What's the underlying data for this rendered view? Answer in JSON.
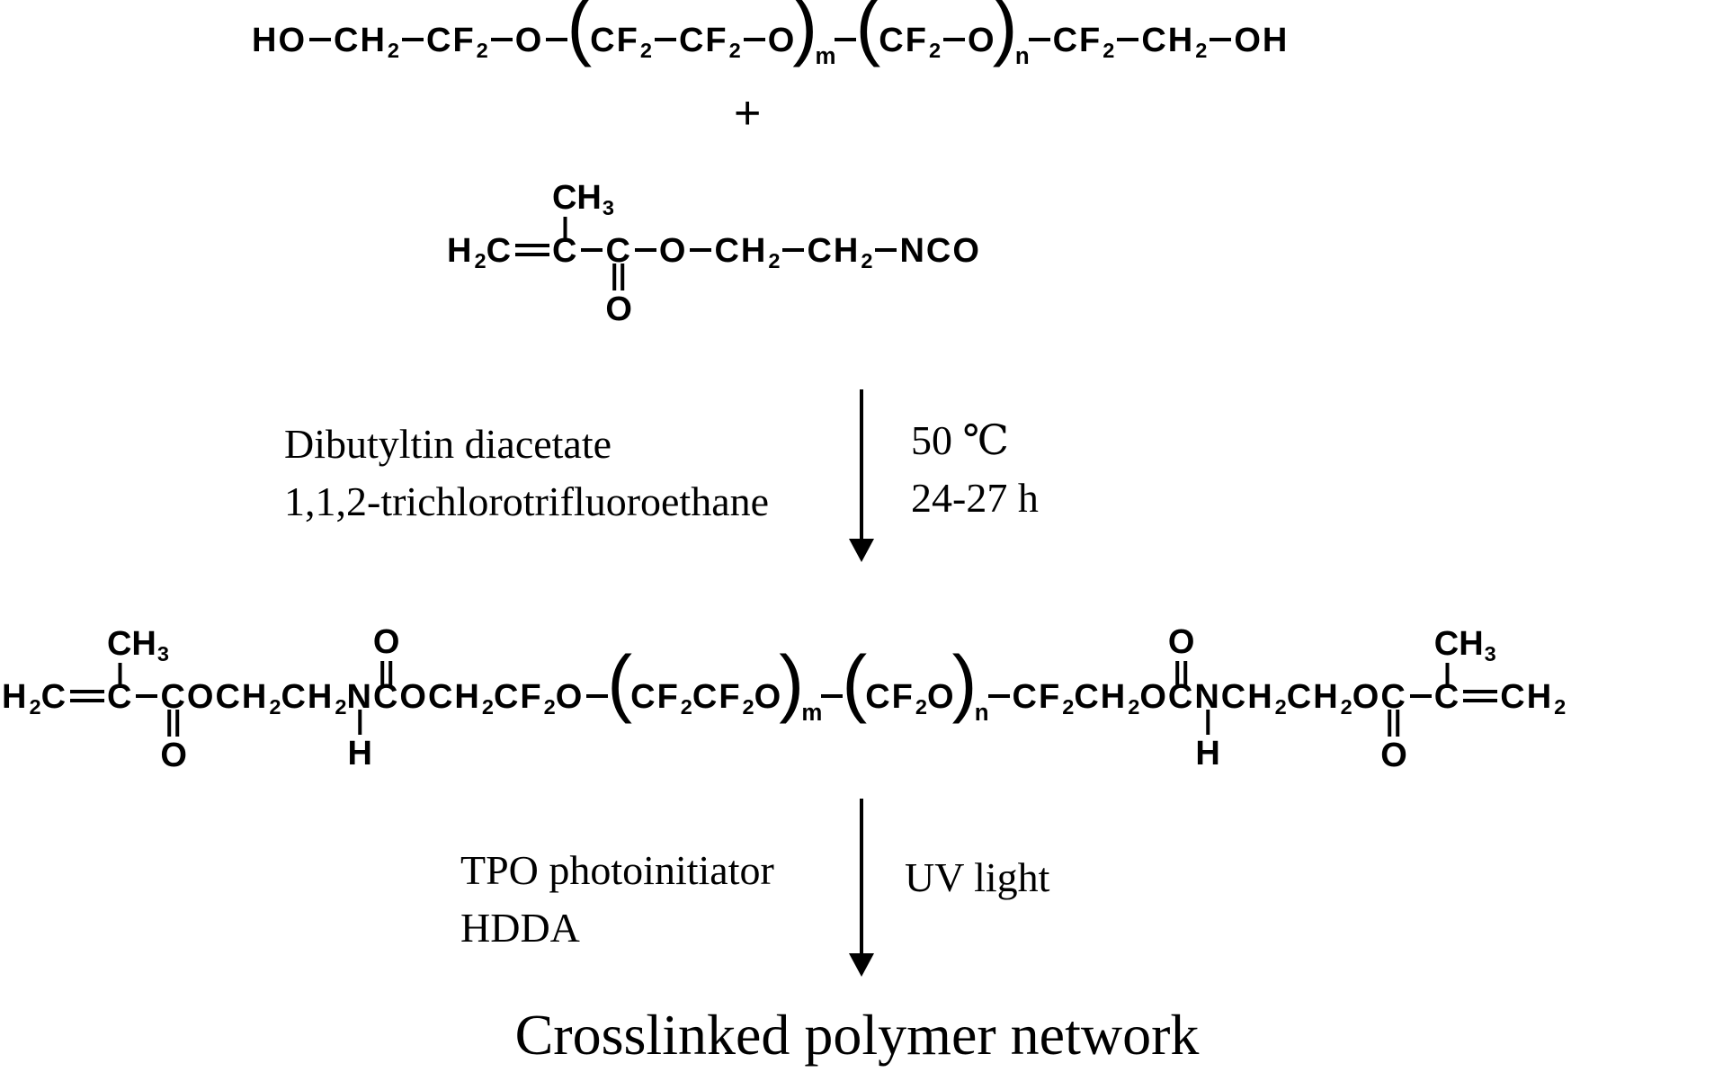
{
  "colors": {
    "ink": "#000000",
    "background": "#ffffff"
  },
  "scheme": {
    "plus_sign": "+",
    "reactant_diol": {
      "tokens": [
        {
          "x": "HO"
        },
        {
          "b": 1
        },
        {
          "x": "CH",
          "s": "2"
        },
        {
          "b": 1
        },
        {
          "x": "CF",
          "s": "2"
        },
        {
          "b": 1
        },
        {
          "x": "O"
        },
        {
          "b": 1
        },
        {
          "p": "("
        },
        {
          "x": "CF",
          "s": "2"
        },
        {
          "b": 1
        },
        {
          "x": "CF",
          "s": "2"
        },
        {
          "b": 1
        },
        {
          "x": "O"
        },
        {
          "p": ")",
          "s": "m"
        },
        {
          "b": 1
        },
        {
          "p": "("
        },
        {
          "x": "CF",
          "s": "2"
        },
        {
          "b": 1
        },
        {
          "x": "O"
        },
        {
          "p": ")",
          "s": "n"
        },
        {
          "b": 1
        },
        {
          "x": "CF",
          "s": "2"
        },
        {
          "b": 1
        },
        {
          "x": "CH",
          "s": "2"
        },
        {
          "b": 1
        },
        {
          "x": "OH"
        }
      ]
    },
    "reactant_isocyanate": {
      "tokens": [
        {
          "x": "H",
          "s": "2"
        },
        {
          "x": "C"
        },
        {
          "b": 2
        },
        {
          "st": {
            "c": [
              {
                "x": "C"
              }
            ],
            "top": [
              {
                "x": "CH",
                "s": "3"
              }
            ],
            "tb": 1
          }
        },
        {
          "b": 1
        },
        {
          "st": {
            "c": [
              {
                "x": "C"
              }
            ],
            "bot": [
              {
                "x": "O"
              }
            ],
            "bb": 2
          }
        },
        {
          "b": 1
        },
        {
          "x": "O"
        },
        {
          "b": 1
        },
        {
          "x": "CH",
          "s": "2"
        },
        {
          "b": 1
        },
        {
          "x": "CH",
          "s": "2"
        },
        {
          "b": 1
        },
        {
          "x": "NCO"
        }
      ]
    },
    "step1": {
      "reagent_line1": "Dibutyltin diacetate",
      "reagent_line2": "1,1,2-trichlorotrifluoroethane",
      "condition_line1": "50 ℃",
      "condition_line2": "24-27 h"
    },
    "macromer": {
      "tokens": [
        {
          "x": "H",
          "s": "2"
        },
        {
          "x": "C"
        },
        {
          "b": 2
        },
        {
          "st": {
            "c": [
              {
                "x": "C"
              }
            ],
            "top": [
              {
                "x": "CH",
                "s": "3"
              }
            ],
            "tb": 1
          }
        },
        {
          "b": 1
        },
        {
          "st": {
            "c": [
              {
                "x": "C"
              }
            ],
            "bot": [
              {
                "x": "O"
              }
            ],
            "bb": 2
          }
        },
        {
          "x": "O"
        },
        {
          "x": "CH",
          "s": "2"
        },
        {
          "x": "CH",
          "s": "2"
        },
        {
          "st": {
            "c": [
              {
                "x": "N"
              }
            ],
            "bot": [
              {
                "x": "H"
              }
            ],
            "bb": 1
          }
        },
        {
          "st": {
            "c": [
              {
                "x": "C"
              }
            ],
            "top": [
              {
                "x": "O"
              }
            ],
            "tb": 2
          }
        },
        {
          "x": "O"
        },
        {
          "x": "CH",
          "s": "2"
        },
        {
          "x": "CF",
          "s": "2"
        },
        {
          "x": "O"
        },
        {
          "b": 1
        },
        {
          "p": "("
        },
        {
          "x": "CF",
          "s": "2"
        },
        {
          "x": "CF",
          "s": "2"
        },
        {
          "x": "O"
        },
        {
          "p": ")",
          "s": "m"
        },
        {
          "b": 1
        },
        {
          "p": "("
        },
        {
          "x": "CF",
          "s": "2"
        },
        {
          "x": "O"
        },
        {
          "p": ")",
          "s": "n"
        },
        {
          "b": 1
        },
        {
          "x": "CF",
          "s": "2"
        },
        {
          "x": "CH",
          "s": "2"
        },
        {
          "x": "O"
        },
        {
          "st": {
            "c": [
              {
                "x": "C"
              }
            ],
            "top": [
              {
                "x": "O"
              }
            ],
            "tb": 2
          }
        },
        {
          "st": {
            "c": [
              {
                "x": "N"
              }
            ],
            "bot": [
              {
                "x": "H"
              }
            ],
            "bb": 1
          }
        },
        {
          "x": "CH",
          "s": "2"
        },
        {
          "x": "CH",
          "s": "2"
        },
        {
          "x": "O"
        },
        {
          "st": {
            "c": [
              {
                "x": "C"
              }
            ],
            "bot": [
              {
                "x": "O"
              }
            ],
            "bb": 2
          }
        },
        {
          "b": 1
        },
        {
          "st": {
            "c": [
              {
                "x": "C"
              }
            ],
            "top": [
              {
                "x": "CH",
                "s": "3"
              }
            ],
            "tb": 1
          }
        },
        {
          "b": 2
        },
        {
          "x": "CH",
          "s": "2"
        }
      ]
    },
    "step2": {
      "reagent_line1": "TPO photoinitiator",
      "reagent_line2": "HDDA",
      "condition_line1": "UV light"
    },
    "product": "Crosslinked polymer network"
  }
}
